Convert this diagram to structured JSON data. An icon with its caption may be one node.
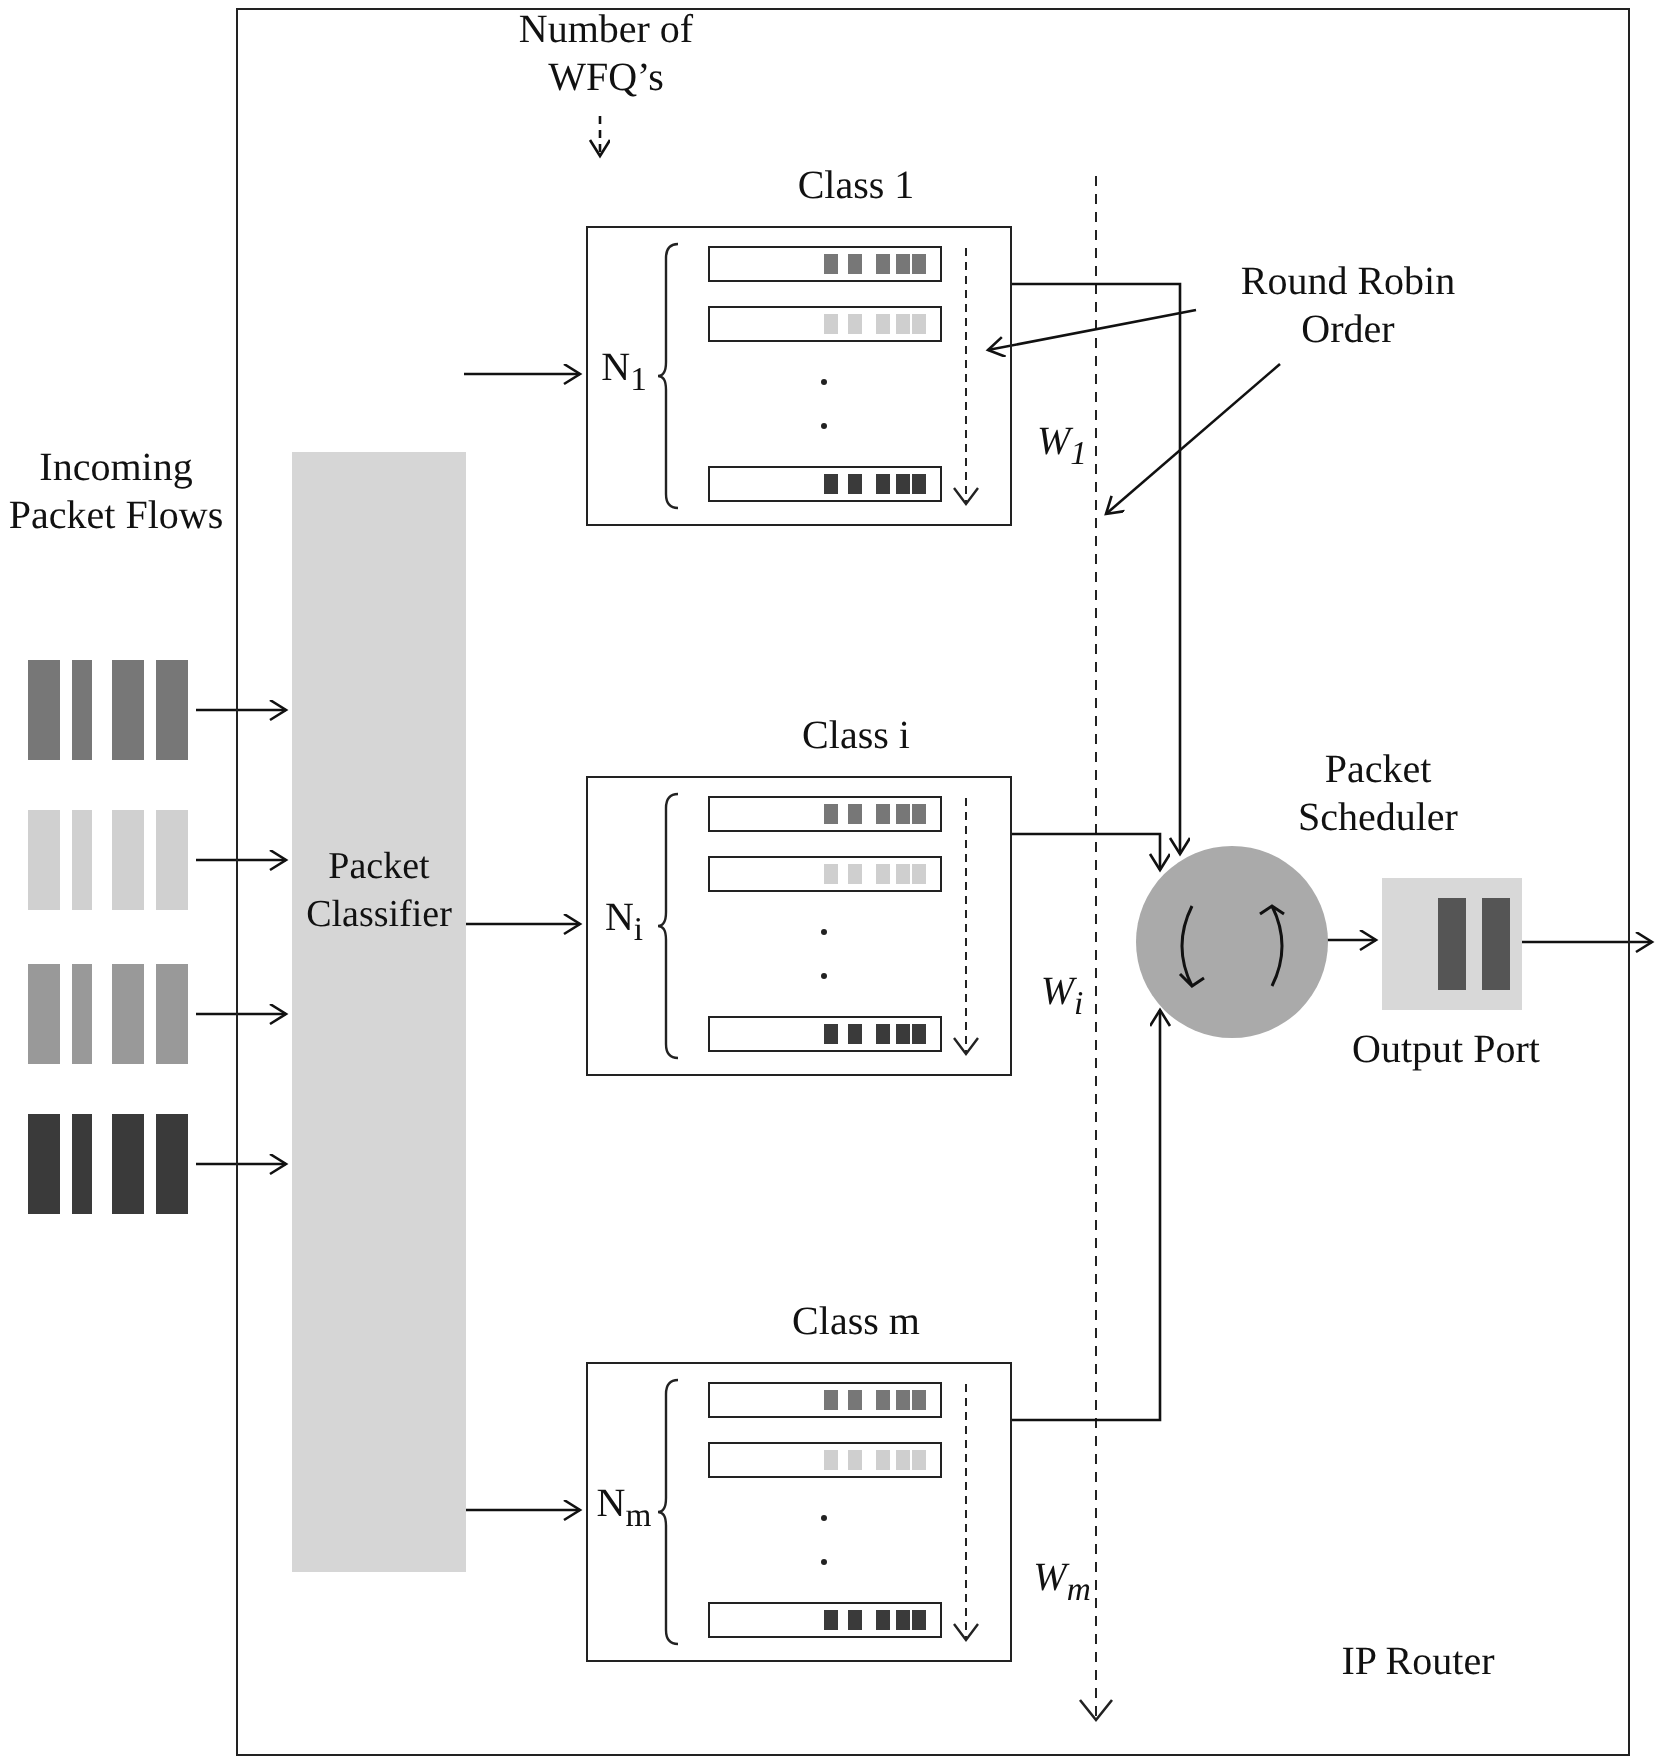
{
  "diagram": {
    "nodes": [
      {
        "text": [
          "IP Router"
        ]
      },
      {
        "text": [
          "Number of WFQ’s"
        ],
        "in": 0
      },
      {
        "text": [
          "Class 1",
          "N$_{1}$"
        ],
        "beside": [
          "W$_{1}$"
        ],
        "in": 0
      },
      {
        "text": [
          "Round Robin Order"
        ],
        "in": 0
      },
      {
        "text": [],
        "shape": "picture"
      },
      {
        "text": [],
        "shape": "picture"
      },
      {
        "text": [],
        "shape": "picture"
      },
      {
        "text": [],
        "shape": "picture"
      },
      {
        "text": [
          "Packet Classifier"
        ],
        "in": 0
      },
      {
        "text": [
          "Class i",
          "N$_{i}$"
        ],
        "beside": [
          "W$_{i}$"
        ],
        "in": 0
      },
      {
        "text": [],
        "shape": "circle",
        "beside": [
          "Packet Scheduler"
        ],
        "in": 0
      },
      {
        "text": [],
        "shape": "box",
        "beside": [
          "Output Port"
        ],
        "in": 0
      },
      {
        "text": [
          "Class m",
          "N$_{m}$"
        ],
        "beside": [
          "W$_{m}$"
        ],
        "in": 0
      }
    ],
    "edges": [
      {
        "from": 1,
        "to": 2,
        "arrow": "to",
        "style": "dashed"
      },
      {
        "from": 3,
        "to": 2,
        "arrow": "to"
      },
      {
        "from": 3,
        "to": null,
        "arrow": "to"
      },
      {
        "from": 4,
        "to": 8,
        "arrow": "to"
      },
      {
        "from": 5,
        "to": 8,
        "arrow": "to"
      },
      {
        "from": 6,
        "to": 8,
        "arrow": "to"
      },
      {
        "from": 7,
        "to": 8,
        "arrow": "to"
      },
      {
        "from": 8,
        "to": 2,
        "arrow": "to"
      },
      {
        "from": 8,
        "to": 9,
        "arrow": "to"
      },
      {
        "from": 8,
        "to": 12,
        "arrow": "to"
      },
      {
        "from": 2,
        "to": 10,
        "arrow": "to"
      },
      {
        "from": 9,
        "to": 10,
        "arrow": "to"
      },
      {
        "from": 12,
        "to": 10,
        "arrow": "to"
      },
      {
        "from": 10,
        "to": 11,
        "arrow": "to"
      },
      {
        "from": 11,
        "to": null,
        "arrow": "to"
      }
    ],
    "labels": [
      "Incoming Packet Flows"
    ]
  }
}
